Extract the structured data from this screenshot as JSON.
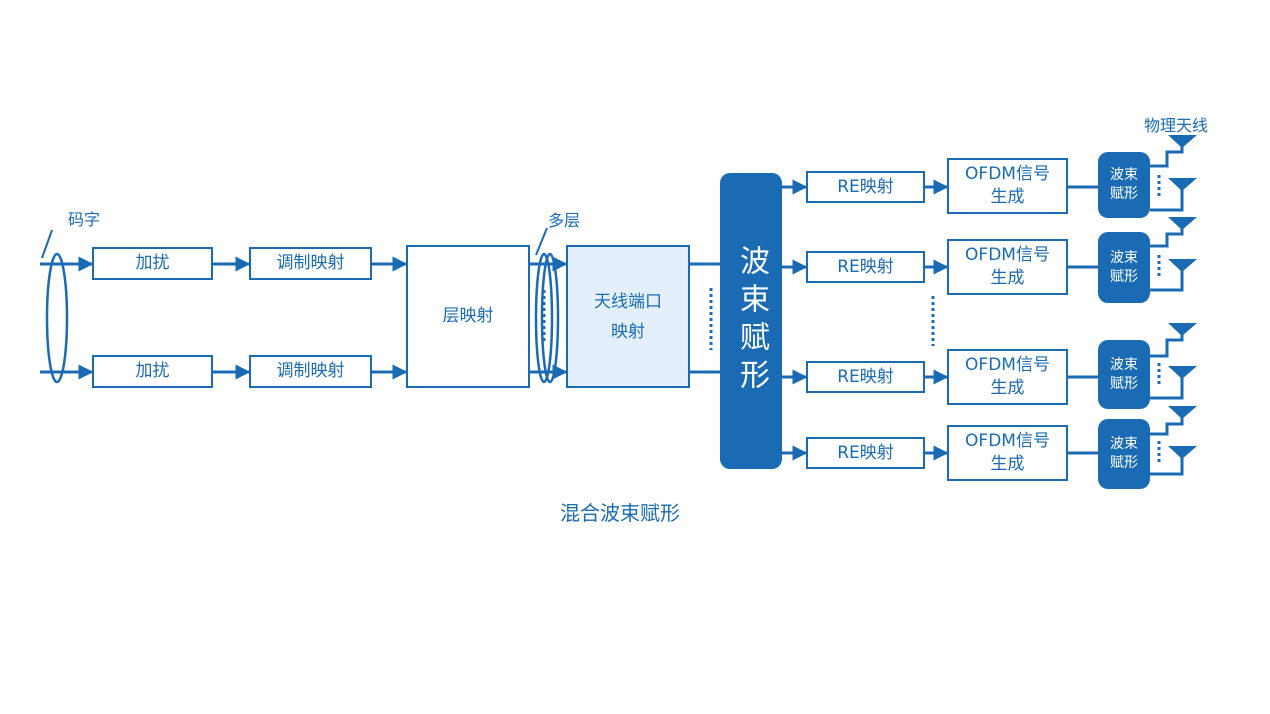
{
  "labels": {
    "codeword": "码字",
    "multilayer": "多层",
    "physical_antenna": "物理天线"
  },
  "blocks": {
    "scrambling": "加扰",
    "modulation_mapping": "调制映射",
    "layer_mapping": "层映射",
    "antenna_port_mapping": "天线端口\n映射",
    "beamforming_main": "波束赋形",
    "re_mapping": "RE映射",
    "ofdm_generation": "OFDM信号\n生成",
    "beamforming_small": "波束\n赋形"
  },
  "caption": "混合波束赋形",
  "colors": {
    "primary": "#1a6bb3",
    "light_fill": "#e3f0fb",
    "background": "#ffffff"
  }
}
